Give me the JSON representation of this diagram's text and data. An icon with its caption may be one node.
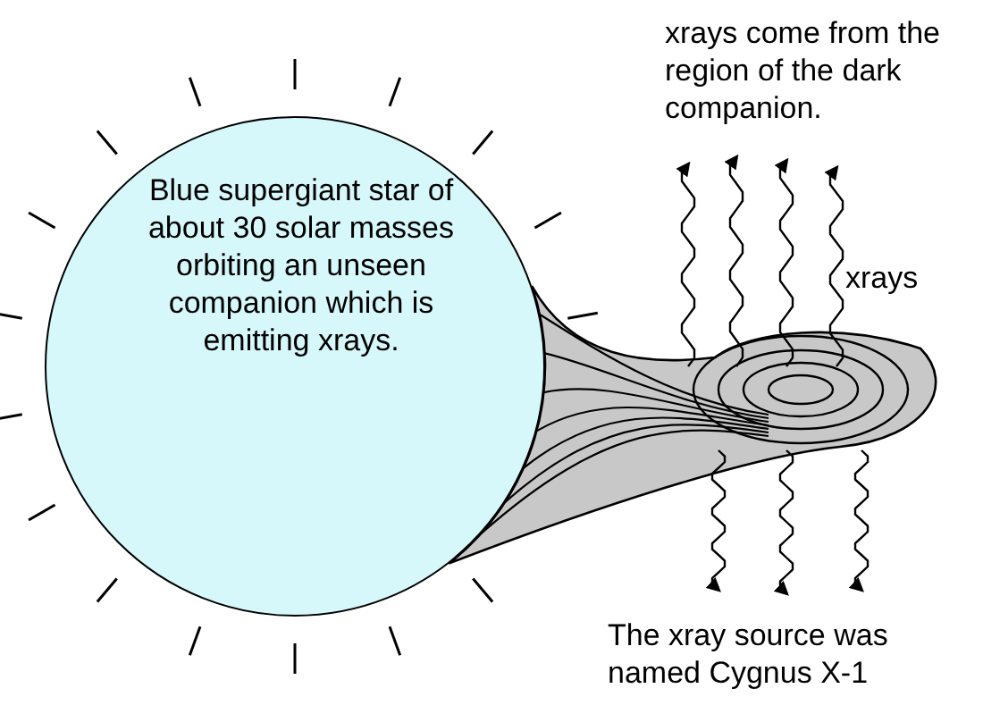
{
  "diagram": {
    "nodes": [
      {
        "text": [
          "Blue supergiant star of about 30 solar masses orbiting an unseen companion which is emitting xrays."
        ]
      }
    ],
    "labels": [
      "xrays come from the region of the dark companion.",
      "xrays",
      "The xray source was named Cygnus X-1"
    ]
  }
}
